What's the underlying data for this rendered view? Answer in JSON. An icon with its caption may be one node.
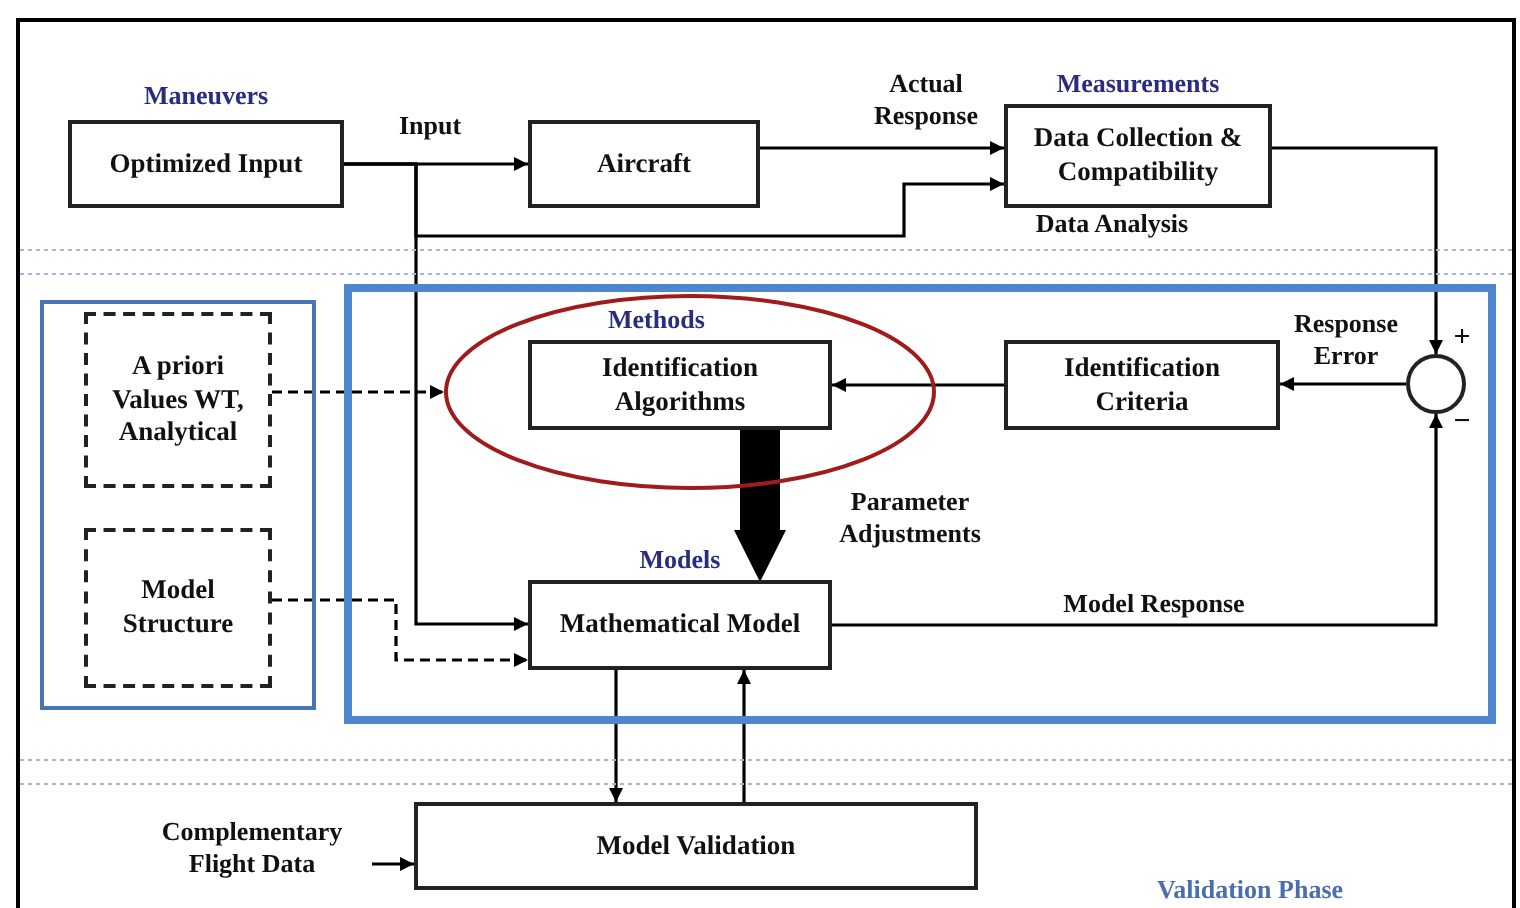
{
  "diagram": {
    "nodes": [
      {
        "text": [
          "Maneuvers",
          "Optimized Input"
        ]
      },
      {
        "text": [
          "Aircraft"
        ]
      },
      {
        "text": [
          "Measurements",
          "Data Collection & Compatibility"
        ]
      },
      {
        "text": [],
        "shape": "box"
      },
      {
        "text": [
          "A priori Values WT, Analytical"
        ],
        "in": 3
      },
      {
        "text": [
          "Model Structure"
        ],
        "in": 3
      },
      {
        "text": [],
        "shape": "box"
      },
      {
        "text": [
          "Methods"
        ],
        "in": 6
      },
      {
        "text": [
          "Identification Algorithms"
        ],
        "in": 7
      },
      {
        "text": [
          "Identification Criteria"
        ],
        "in": 6
      },
      {
        "text": [],
        "shape": "circle",
        "in": 6
      },
      {
        "text": [
          "Models",
          "Mathematical Model"
        ],
        "in": 6
      },
      {
        "text": [
          "Model Validation"
        ]
      },
      {
        "text": [
          "Complementary Flight Data"
        ]
      }
    ],
    "edges": [
      {
        "from": 0,
        "to": 1,
        "arrow": "to",
        "label": "Input"
      },
      {
        "from": 0,
        "to": 11,
        "arrow": "to"
      },
      {
        "from": 0,
        "to": 2,
        "arrow": "to"
      },
      {
        "from": 1,
        "to": 2,
        "arrow": "to",
        "label": "Actual Response"
      },
      {
        "from": 2,
        "to": 10,
        "arrow": "to"
      },
      {
        "from": 10,
        "to": 9,
        "arrow": "to",
        "label": "Response Error"
      },
      {
        "from": 9,
        "to": 8,
        "arrow": "to"
      },
      {
        "from": 8,
        "to": 11,
        "arrow": "to",
        "label": "Parameter Adjustments",
        "style": "thick"
      },
      {
        "from": 11,
        "to": 10,
        "arrow": "to",
        "label": "Model Response"
      },
      {
        "from": 4,
        "to": 7,
        "arrow": "to",
        "style": "dashed"
      },
      {
        "from": 5,
        "to": 11,
        "arrow": "to",
        "style": "dashed"
      },
      {
        "from": 11,
        "to": 12,
        "arrow": "to"
      },
      {
        "from": 12,
        "to": 11,
        "arrow": "to"
      },
      {
        "from": 13,
        "to": 12,
        "arrow": "to"
      }
    ],
    "labels": [
      "+",
      "−",
      "Data Analysis",
      "Validation Phase"
    ]
  }
}
